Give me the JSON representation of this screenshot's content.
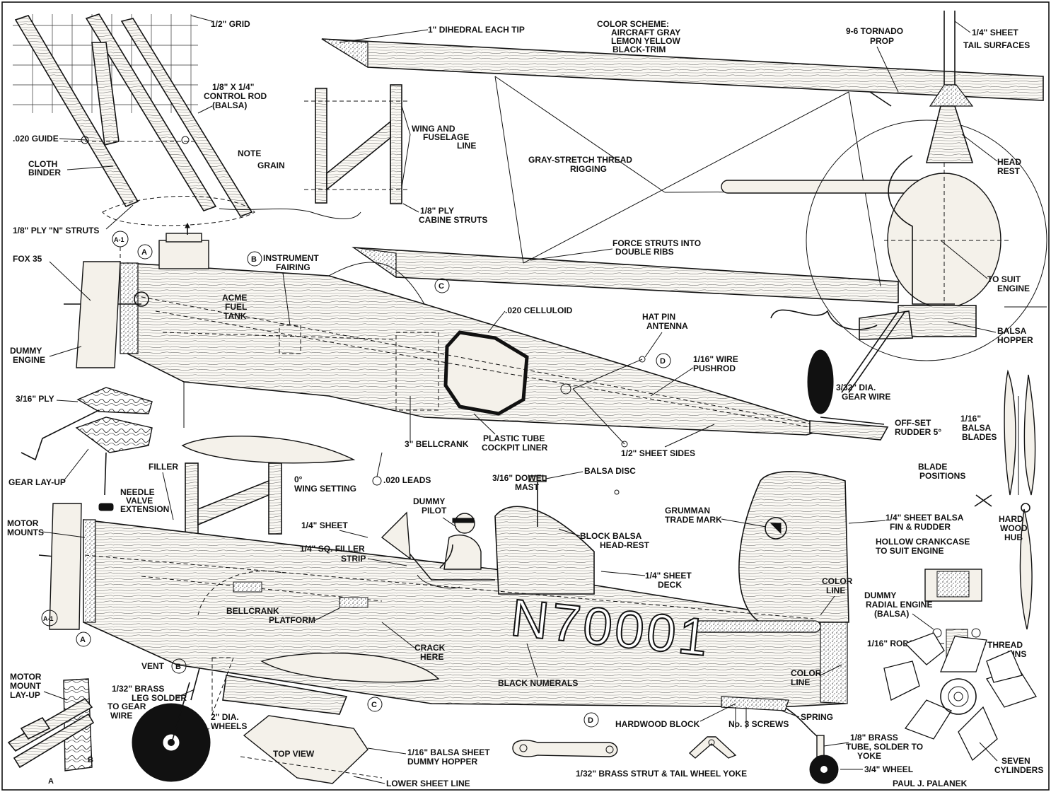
{
  "labels": {
    "grid": "1/2\" GRID",
    "control_rod": [
      "1/8\" X 1/4\"",
      "CONTROL ROD",
      "(BALSA)"
    ],
    "guide": ".020 GUIDE",
    "cloth_binder": [
      "CLOTH",
      "BINDER"
    ],
    "note_grain": [
      "NOTE",
      "GRAIN"
    ],
    "n_struts": "1/8\" PLY \"N\" STRUTS",
    "dihedral": "1\" DIHEDRAL EACH TIP",
    "wing_fuselage": [
      "WING AND",
      "FUSELAGE",
      "LINE"
    ],
    "cabine_struts": [
      "1/8\" PLY",
      "CABINE STRUTS"
    ],
    "color_scheme": [
      "COLOR SCHEME:",
      "AIRCRAFT GRAY",
      "LEMON YELLOW",
      "BLACK-TRIM"
    ],
    "prop": [
      "9-6 TORNADO",
      "PROP"
    ],
    "tail_surfaces": [
      "1/4\" SHEET",
      "TAIL SURFACES"
    ],
    "rigging": [
      "GRAY-STRETCH THREAD",
      "RIGGING"
    ],
    "head_rest": [
      "HEAD",
      "REST"
    ],
    "force_struts": [
      "FORCE STRUTS INTO",
      "DOUBLE RIBS"
    ],
    "to_suit_engine": [
      "TO SUIT",
      "ENGINE"
    ],
    "fox": "FOX 35",
    "instrument_fairing": [
      "INSTRUMENT",
      "FAIRING"
    ],
    "fuel_tank": [
      "ACME",
      "FUEL",
      "TANK"
    ],
    "celluloid": ".020 CELLULOID",
    "antenna": [
      "HAT PIN",
      "ANTENNA"
    ],
    "balsa_hopper": [
      "BALSA",
      "HOPPER"
    ],
    "dummy_engine": [
      "DUMMY",
      "ENGINE"
    ],
    "pushrod": [
      "1/16\" WIRE",
      "PUSHROD"
    ],
    "gear_wire": [
      "3/32\" DIA.",
      "GEAR WIRE"
    ],
    "ply": "3/16\" PLY",
    "bellcrank": "3\" BELLCRANK",
    "cockpit_liner": [
      "PLASTIC TUBE",
      "COCKPIT LINER"
    ],
    "sheet_sides": "1/2\" SHEET SIDES",
    "offset_rudder": [
      "OFF-SET",
      "RUDDER 5°"
    ],
    "balsa_blades": [
      "1/16\"",
      "BALSA",
      "BLADES"
    ],
    "gear_layup": "GEAR LAY-UP",
    "filler": "FILLER",
    "wing_setting": [
      "0°",
      "WING SETTING"
    ],
    "leads": ".020 LEADS",
    "dowel_mast": [
      "3/16\" DOWEL",
      "MAST"
    ],
    "balsa_disc": "BALSA DISC",
    "blade_positions": [
      "BLADE",
      "POSITIONS"
    ],
    "needle_valve": [
      "NEEDLE",
      "VALVE",
      "EXTENSION"
    ],
    "dummy_pilot": [
      "DUMMY",
      "PILOT"
    ],
    "grumman": [
      "GRUMMAN",
      "TRADE MARK"
    ],
    "fin_rudder": [
      "1/4\" SHEET BALSA",
      "FIN & RUDDER"
    ],
    "hub": [
      "HARD",
      "WOOD",
      "HUB"
    ],
    "motor_mounts": [
      "MOTOR",
      "MOUNTS"
    ],
    "quarter_sheet": "1/4\" SHEET",
    "filler_strip": [
      "1/4\" SQ. FILLER",
      "STRIP"
    ],
    "block_balsa": [
      "BLOCK BALSA",
      "HEAD-REST"
    ],
    "deck": [
      "1/4\" SHEET",
      "DECK"
    ],
    "crankcase": [
      "HOLLOW CRANKCASE",
      "TO SUIT ENGINE"
    ],
    "color_line": [
      "COLOR",
      "LINE"
    ],
    "bellcrank_platform": [
      "BELLCRANK",
      "PLATFORM"
    ],
    "crack_here": [
      "CRACK",
      "HERE"
    ],
    "radial_engine": [
      "DUMMY",
      "RADIAL ENGINE",
      "(BALSA)"
    ],
    "rods": "1/16\" RODS",
    "thread_fins": [
      "THREAD",
      "FINS"
    ],
    "vent": "VENT",
    "black_numerals": "BLACK NUMERALS",
    "motor_mount_layup": [
      "MOTOR",
      "MOUNT",
      "LAY-UP"
    ],
    "brass_leg": [
      "1/32\" BRASS",
      "LEG SOLDER",
      "TO GEAR",
      "WIRE"
    ],
    "wheels": [
      "2\" DIA.",
      "WHEELS"
    ],
    "hardwood_block": "HARDWOOD BLOCK",
    "screws": "No. 3 SCREWS",
    "spring": "SPRING",
    "brass_tube": [
      "1/8\" BRASS",
      "TUBE, SOLDER TO",
      "YOKE"
    ],
    "top_view": "TOP VIEW",
    "dummy_hopper": [
      "1/16\" BALSA SHEET",
      "DUMMY HOPPER"
    ],
    "tail_yoke": "1/32\" BRASS STRUT & TAIL WHEEL YOKE",
    "tail_wheel": "3/4\" WHEEL",
    "lower_sheet_line": "LOWER SHEET LINE",
    "author": "PAUL J. PALANEK",
    "seven_cylinders": [
      "SEVEN",
      "CYLINDERS"
    ],
    "registration": "N70001",
    "letters": {
      "a1": "A-1",
      "a": "A",
      "b": "B",
      "c": "C",
      "d": "D"
    }
  },
  "icons": [
    "propeller-icon",
    "wheel-icon",
    "radial-engine-icon",
    "pilot-figure-icon",
    "grumman-logo-icon"
  ]
}
